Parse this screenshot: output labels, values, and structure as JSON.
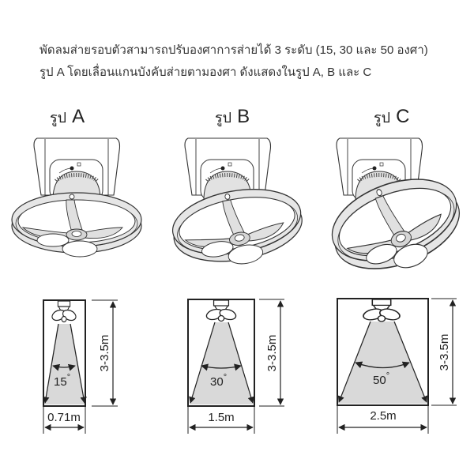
{
  "description": {
    "line1": "พัดลมส่ายรอบตัวสามารถปรับองศาการส่ายได้ 3 ระดับ (15, 30 และ 50 องศา)",
    "line2": "รูป A โดยเลื่อนแกนบังคับส่ายตามองศา ดังแสดงในรูป A, B และ C"
  },
  "figures": [
    {
      "prefix": "รูป",
      "letter": "A",
      "angle": "15",
      "degree": "°",
      "width": "0.71m",
      "height": "3-3.5m"
    },
    {
      "prefix": "รูป",
      "letter": "B",
      "angle": "30",
      "degree": "°",
      "width": "1.5m",
      "height": "3-3.5m"
    },
    {
      "prefix": "รูป",
      "letter": "C",
      "angle": "50",
      "degree": "°",
      "width": "2.5m",
      "height": "3-3.5m"
    }
  ],
  "colors": {
    "background": "#ffffff",
    "text": "#333333",
    "line": "#222222",
    "beam_fill": "#d9d9d9",
    "ring_fill": "#e6e6e6"
  }
}
